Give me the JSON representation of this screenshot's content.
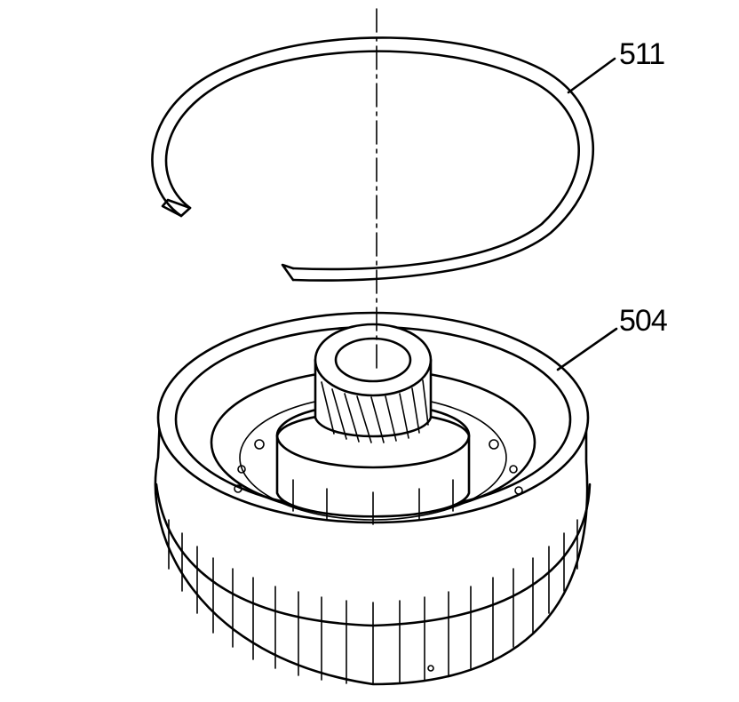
{
  "callouts": [
    {
      "id": "511",
      "label": "511"
    },
    {
      "id": "504",
      "label": "504"
    }
  ],
  "colors": {
    "ink": "#000000",
    "background": "#ffffff"
  }
}
